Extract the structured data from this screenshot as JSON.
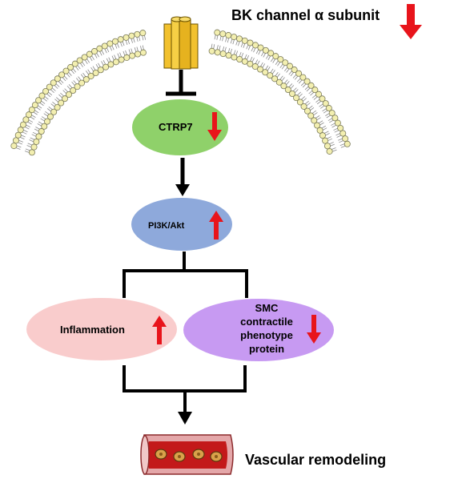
{
  "title": "BK channel α subunit",
  "nodes": {
    "ctrp7": {
      "label": "CTRP7",
      "change": "down",
      "color": "#8fd16a"
    },
    "pi3k": {
      "label": "PI3K/Akt",
      "change": "up",
      "color": "#8ea9db"
    },
    "inflammation": {
      "label": "Inflammation",
      "change": "up",
      "color": "#f9cccc"
    },
    "smc": {
      "line1": "SMC",
      "line2": "contractile",
      "line3": "phenotype",
      "line4": "protein",
      "change": "down",
      "color": "#c79af2"
    },
    "vascular": {
      "label": "Vascular remodeling"
    }
  },
  "colors": {
    "arrow_red": "#e8141b",
    "channel": "#f2c12e",
    "membrane_bead": "#f3efb0",
    "vessel_wall": "#e4a7a9",
    "blood": "#c3191a"
  },
  "icons": [
    "bk-channel-icon",
    "cell-membrane-icon",
    "blood-vessel-icon",
    "up-arrow-icon",
    "down-arrow-icon",
    "inhibition-icon"
  ]
}
